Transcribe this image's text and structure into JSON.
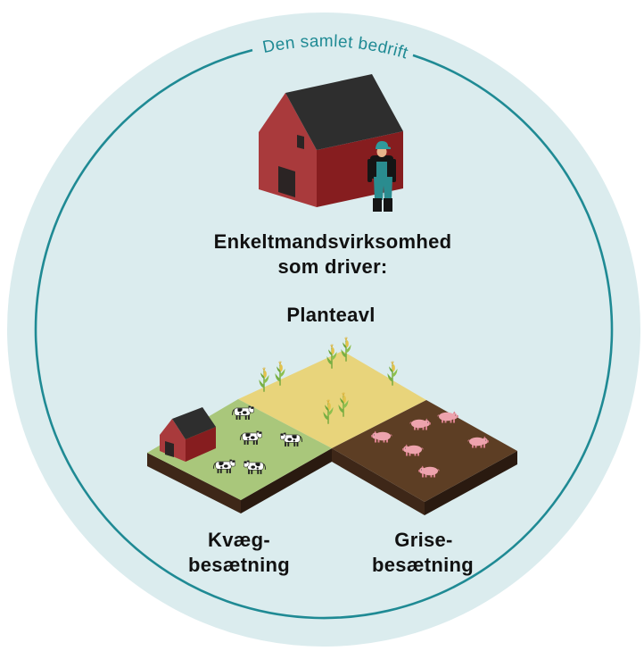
{
  "ring_label": "Den samlet bedrift",
  "business": {
    "line1": "Enkeltmandsvirksomhed",
    "line2": "som driver:"
  },
  "activities": {
    "crops": {
      "label": "Planteavl",
      "icon": "corn-icon"
    },
    "cattle": {
      "label_line1": "Kvæg-",
      "label_line2": "besætning",
      "icon": "cow-icon"
    },
    "pigs": {
      "label_line1": "Grise-",
      "label_line2": "besætning",
      "icon": "pig-icon"
    }
  },
  "icons": {
    "main_building": "barn-icon",
    "owner": "farmer-icon",
    "cattle_building": "barn-icon"
  },
  "colors": {
    "circle_fill": "#dbecee",
    "ring": "#1f8a94",
    "crop_field": "#e8d47b",
    "pasture_field": "#a9c77b",
    "pig_field": "#5d3e24",
    "soil_light": "#3e2718",
    "soil_dark": "#2a1a10",
    "barn_red": "#a93a3c",
    "barn_red_dark": "#861d1f",
    "roof": "#2e2e2e",
    "text": "#111111"
  }
}
